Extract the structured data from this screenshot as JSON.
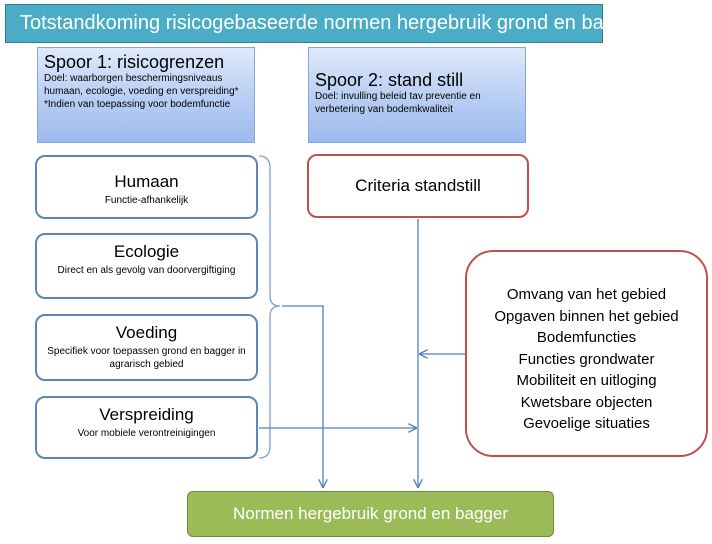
{
  "title": "Totstandkoming risicogebaseerde normen hergebruik grond en bagger",
  "spoor1": {
    "heading": "Spoor 1: risicogrenzen",
    "doel": "Doel: waarborgen beschermingsniveaus humaan, ecologie, voeding en verspreiding*",
    "note": "*Indien van toepassing voor bodemfunctie"
  },
  "spoor2": {
    "heading": "Spoor 2: stand still",
    "doel": "Doel: invulling beleid tav preventie en verbetering van bodemkwaliteit"
  },
  "risk_boxes": [
    {
      "heading": "Humaan",
      "sub": "Functie-afhankelijk"
    },
    {
      "heading": "Ecologie",
      "sub": "Direct en als gevolg van doorvergiftiging"
    },
    {
      "heading": "Voeding",
      "sub": "Specifiek voor toepassen grond en bagger in agrarisch gebied"
    },
    {
      "heading": "Verspreiding",
      "sub": "Voor mobiele verontreinigingen"
    }
  ],
  "standstill": "Criteria standstill",
  "factors": [
    "Omvang van het gebied",
    "Opgaven binnen het gebied",
    "Bodemfuncties",
    "Functies grondwater",
    "Mobiliteit en uitloging",
    "Kwetsbare objecten",
    "Gevoelige situaties"
  ],
  "result": "Normen hergebruik grond en bagger",
  "colors": {
    "banner": "#4bacc6",
    "spoor_box": "#b7cdf3",
    "risk_border": "#5b86b8",
    "standstill_border": "#c0504d",
    "result_fill": "#9bbb59",
    "connector": "#4f81bd"
  }
}
